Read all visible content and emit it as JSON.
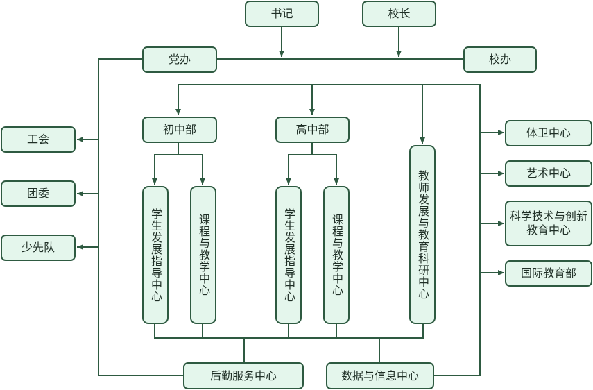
{
  "nodes": {
    "shuji": "书记",
    "xiaozhang": "校长",
    "dangban": "党办",
    "xiaoban": "校办",
    "gonghui": "工会",
    "tuanwei": "团委",
    "shaoxiandui": "少先队",
    "chuzhongbu": "初中部",
    "gaozhongbu": "高中部",
    "xsfz1": "学生发展指导中心",
    "kcjx1": "课程与教学中心",
    "xsfz2": "学生发展指导中心",
    "kcjx2": "课程与教学中心",
    "jsfz": "教师发展与教育科研中心",
    "tiwei": "体卫中心",
    "yishu": "艺术中心",
    "kxjs": "科学技术与创新教育中心",
    "guoji": "国际教育部",
    "houqin": "后勤服务中心",
    "shuju": "数据与信息中心"
  }
}
